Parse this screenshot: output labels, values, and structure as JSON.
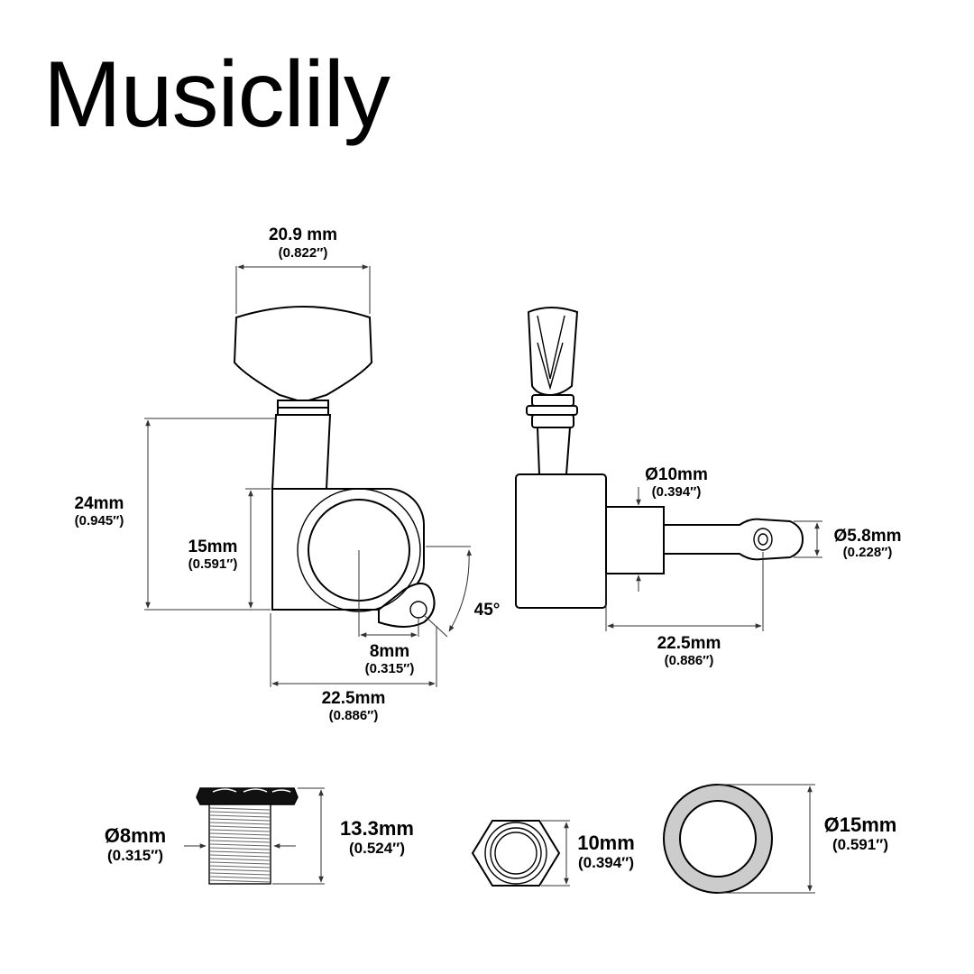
{
  "brand": "Musiclily",
  "tuner_front": {
    "button_width": {
      "metric": "20.9 mm",
      "imperial": "(0.822″)"
    },
    "total_height": {
      "metric": "24mm",
      "imperial": "(0.945″)"
    },
    "housing_height": {
      "metric": "15mm",
      "imperial": "(0.591″)"
    },
    "screw_offset": {
      "metric": "8mm",
      "imperial": "(0.315″)"
    },
    "total_width": {
      "metric": "22.5mm",
      "imperial": "(0.886″)"
    },
    "screw_angle": "45°"
  },
  "tuner_side": {
    "bushing_diameter": {
      "metric": "Ø10mm",
      "imperial": "(0.394″)"
    },
    "post_diameter": {
      "metric": "Ø5.8mm",
      "imperial": "(0.228″)"
    },
    "post_length": {
      "metric": "22.5mm",
      "imperial": "(0.886″)"
    }
  },
  "bushing": {
    "thread_diameter": {
      "metric": "Ø8mm",
      "imperial": "(0.315″)"
    },
    "height": {
      "metric": "13.3mm",
      "imperial": "(0.524″)"
    }
  },
  "hex_nut": {
    "size": {
      "metric": "10mm",
      "imperial": "(0.394″)"
    }
  },
  "washer": {
    "diameter": {
      "metric": "Ø15mm",
      "imperial": "(0.591″)"
    }
  }
}
